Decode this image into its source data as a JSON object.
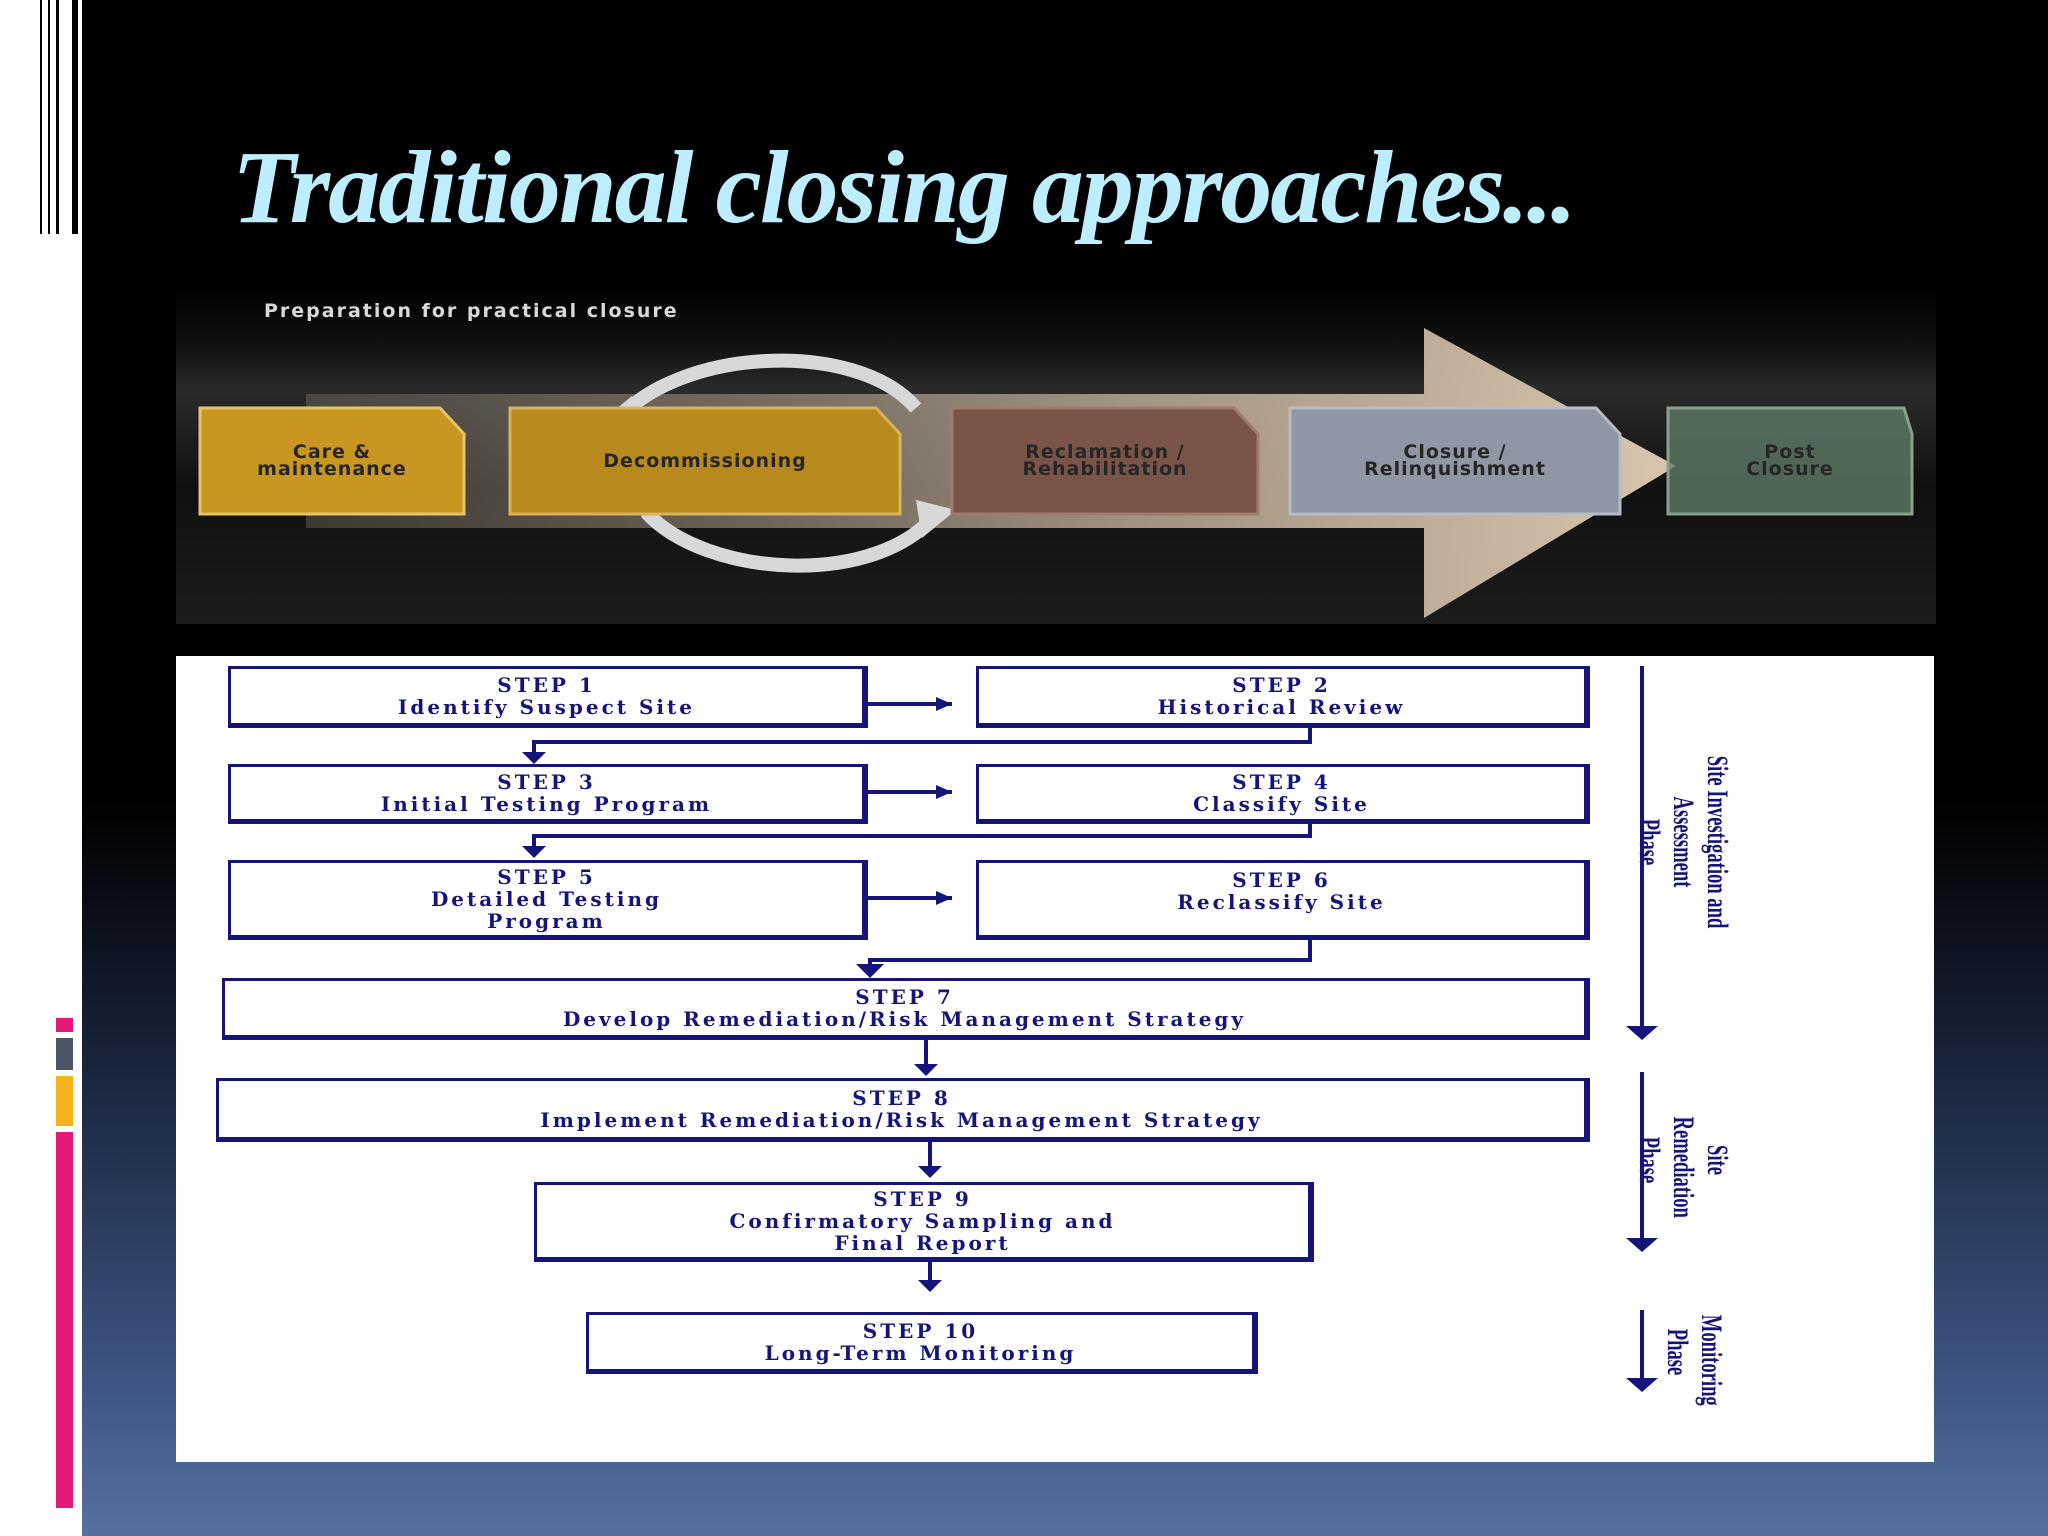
{
  "slide": {
    "title": "Traditional closing approaches..."
  },
  "process_banner": {
    "caption": "Preparation for practical closure",
    "phases": [
      {
        "label": "Care &\nmaintenance",
        "color": "#c9961f"
      },
      {
        "label": "Decommissioning",
        "color": "#b8891c"
      },
      {
        "label": "Reclamation /\nRehabilitation",
        "color": "#7a5449"
      },
      {
        "label": "Closure /\nRelinquishment",
        "color": "#8f96a4"
      },
      {
        "label": "Post\nClosure",
        "color": "#5f7a66"
      }
    ]
  },
  "flowchart": {
    "steps": [
      {
        "step": "STEP 1",
        "text": "Identify Suspect Site"
      },
      {
        "step": "STEP 2",
        "text": "Historical Review"
      },
      {
        "step": "STEP 3",
        "text": "Initial Testing Program"
      },
      {
        "step": "STEP 4",
        "text": "Classify Site"
      },
      {
        "step": "STEP 5",
        "text": "Detailed Testing\nProgram"
      },
      {
        "step": "STEP 6",
        "text": "Reclassify Site"
      },
      {
        "step": "STEP 7",
        "text": "Develop Remediation/Risk Management Strategy"
      },
      {
        "step": "STEP 8",
        "text": "Implement Remediation/Risk Management Strategy"
      },
      {
        "step": "STEP 9",
        "text": "Confirmatory Sampling and\nFinal Report"
      },
      {
        "step": "STEP 10",
        "text": "Long-Term Monitoring"
      }
    ],
    "phases": [
      {
        "label": "Site Investigation and Assessment\nPhase"
      },
      {
        "label": "Site Remediation\nPhase"
      },
      {
        "label": "Monitoring\nPhase"
      }
    ],
    "color": "#14147a"
  },
  "theme": {
    "title_color": "#bdeeff",
    "accent_colors": [
      "#e5197a",
      "#4a5568",
      "#f6b21a",
      "#e5197a"
    ]
  }
}
